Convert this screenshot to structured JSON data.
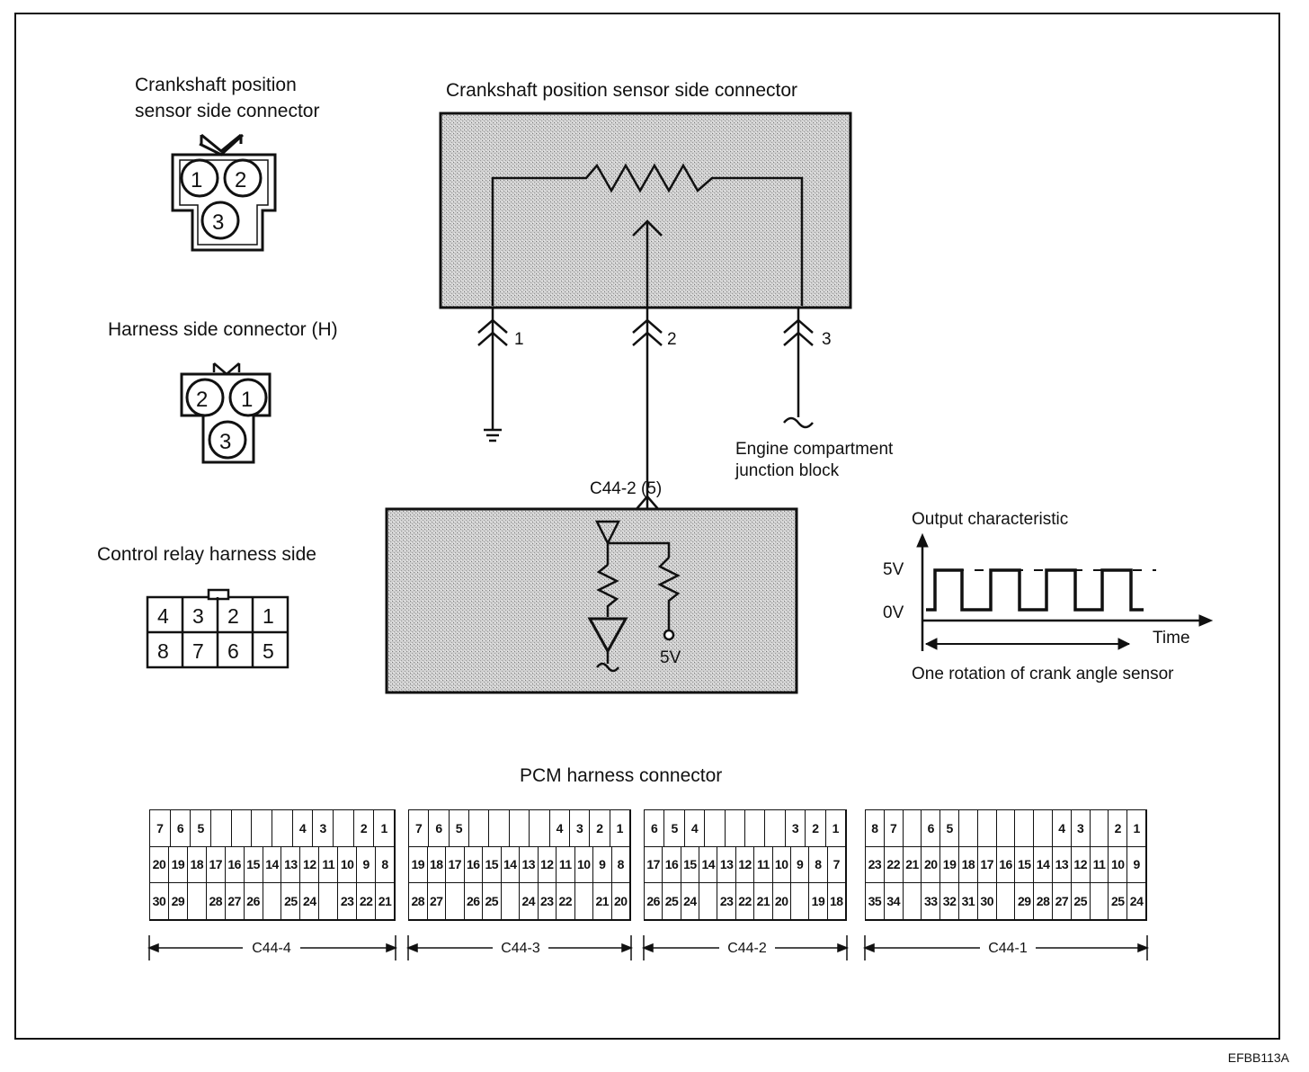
{
  "labels": {
    "crank_sensor_connector": [
      "Crankshaft position",
      "sensor side connector"
    ],
    "harness_connector": "Harness side connector (H)",
    "control_relay": "Control relay harness side",
    "crank_sensor_side_top": "Crankshaft position sensor side connector",
    "engine_junction": [
      "Engine compartment",
      "junction block"
    ],
    "pcm_connector_ref": "C44-2  (5)",
    "voltage_5v_small": "5V",
    "output_title": "Output characteristic",
    "y_high": "5V",
    "y_low": "0V",
    "x_axis": "Time",
    "rotation": "One rotation of crank angle sensor",
    "pcm_title": "PCM harness connector",
    "figure_code": "EFBB113A"
  },
  "pins": {
    "sensor_connector": [
      "1",
      "2",
      "3"
    ],
    "harness_connector": [
      "2",
      "1",
      "3"
    ],
    "terminals": [
      "1",
      "2",
      "3"
    ]
  },
  "relay_grid": [
    [
      "4",
      "3",
      "2",
      "1"
    ],
    [
      "8",
      "7",
      "6",
      "5"
    ]
  ],
  "pcm": [
    {
      "label": "C44-4",
      "rows": [
        [
          "7",
          "6",
          "5",
          "",
          "",
          "",
          "",
          "4",
          "3",
          "",
          "2",
          "1"
        ],
        [
          "20",
          "19",
          "18",
          "17",
          "16",
          "15",
          "14",
          "13",
          "12",
          "11",
          "10",
          "9",
          "8"
        ],
        [
          "30",
          "29",
          "",
          "28",
          "27",
          "26",
          "",
          "25",
          "24",
          "",
          "23",
          "22",
          "21"
        ]
      ]
    },
    {
      "label": "C44-3",
      "rows": [
        [
          "7",
          "6",
          "5",
          "",
          "",
          "",
          "",
          "4",
          "3",
          "2",
          "1"
        ],
        [
          "19",
          "18",
          "17",
          "16",
          "15",
          "14",
          "13",
          "12",
          "11",
          "10",
          "9",
          "8"
        ],
        [
          "28",
          "27",
          "",
          "26",
          "25",
          "",
          "24",
          "23",
          "22",
          "",
          "21",
          "20"
        ]
      ]
    },
    {
      "label": "C44-2",
      "rows": [
        [
          "6",
          "5",
          "4",
          "",
          "",
          "",
          "",
          "3",
          "2",
          "1"
        ],
        [
          "17",
          "16",
          "15",
          "14",
          "13",
          "12",
          "11",
          "10",
          "9",
          "8",
          "7"
        ],
        [
          "26",
          "25",
          "24",
          "",
          "23",
          "22",
          "21",
          "20",
          "",
          "19",
          "18"
        ]
      ]
    },
    {
      "label": "C44-1",
      "rows": [
        [
          "8",
          "7",
          "",
          "6",
          "5",
          "",
          "",
          "",
          "",
          "",
          "4",
          "3",
          "",
          "2",
          "1"
        ],
        [
          "23",
          "22",
          "21",
          "20",
          "19",
          "18",
          "17",
          "16",
          "15",
          "14",
          "13",
          "12",
          "11",
          "10",
          "9"
        ],
        [
          "35",
          "34",
          "",
          "33",
          "32",
          "31",
          "30",
          "",
          "29",
          "28",
          "27",
          "25",
          "",
          "25",
          "24"
        ]
      ]
    }
  ]
}
